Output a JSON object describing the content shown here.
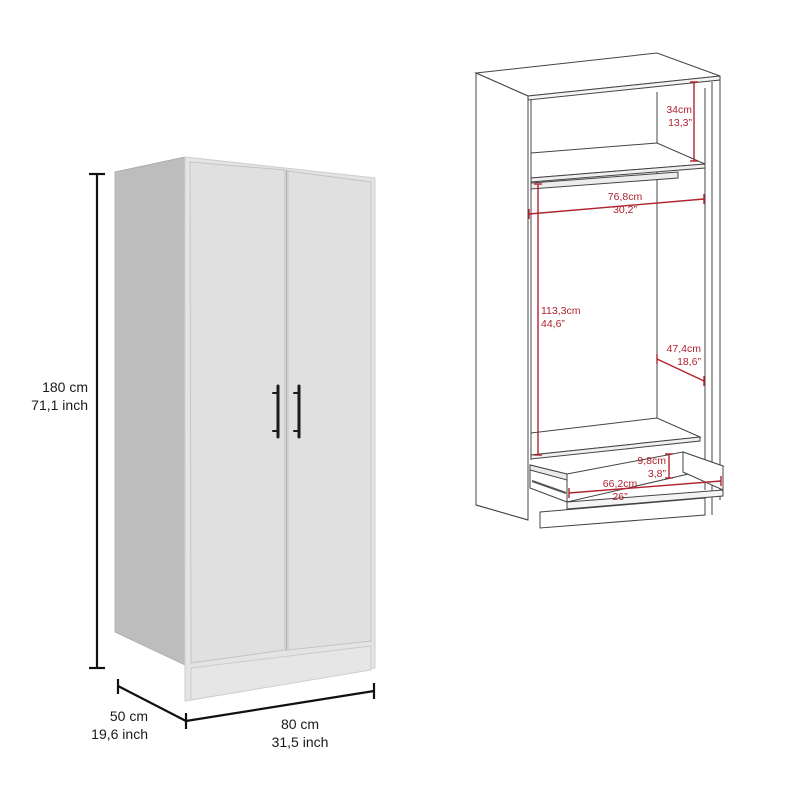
{
  "colors": {
    "background": "#ffffff",
    "dimension_black": "#111111",
    "dimension_red": "#b0232e",
    "wardrobe_front": "#e2e2e2",
    "wardrobe_side": "#b9b9b9",
    "wardrobe_top": "#ececec",
    "handle": "#1c1c1c",
    "line_art": "#444444"
  },
  "exterior": {
    "height": {
      "metric": "180 cm",
      "imperial": "71,1 inch"
    },
    "depth": {
      "metric": "50 cm",
      "imperial": "19,6 inch"
    },
    "width": {
      "metric": "80 cm",
      "imperial": "31,5 inch"
    }
  },
  "interior": {
    "top_compartment_height": {
      "metric": "34cm",
      "imperial": "13,3”"
    },
    "hanging_width": {
      "metric": "76,8cm",
      "imperial": "30,2”"
    },
    "hanging_height": {
      "metric": "113,3cm",
      "imperial": "44,6”"
    },
    "interior_depth": {
      "metric": "47,4cm",
      "imperial": "18,6”"
    },
    "drawer_height": {
      "metric": "9,8cm",
      "imperial": "3,8”"
    },
    "drawer_width": {
      "metric": "66,2cm",
      "imperial": "26”"
    }
  }
}
